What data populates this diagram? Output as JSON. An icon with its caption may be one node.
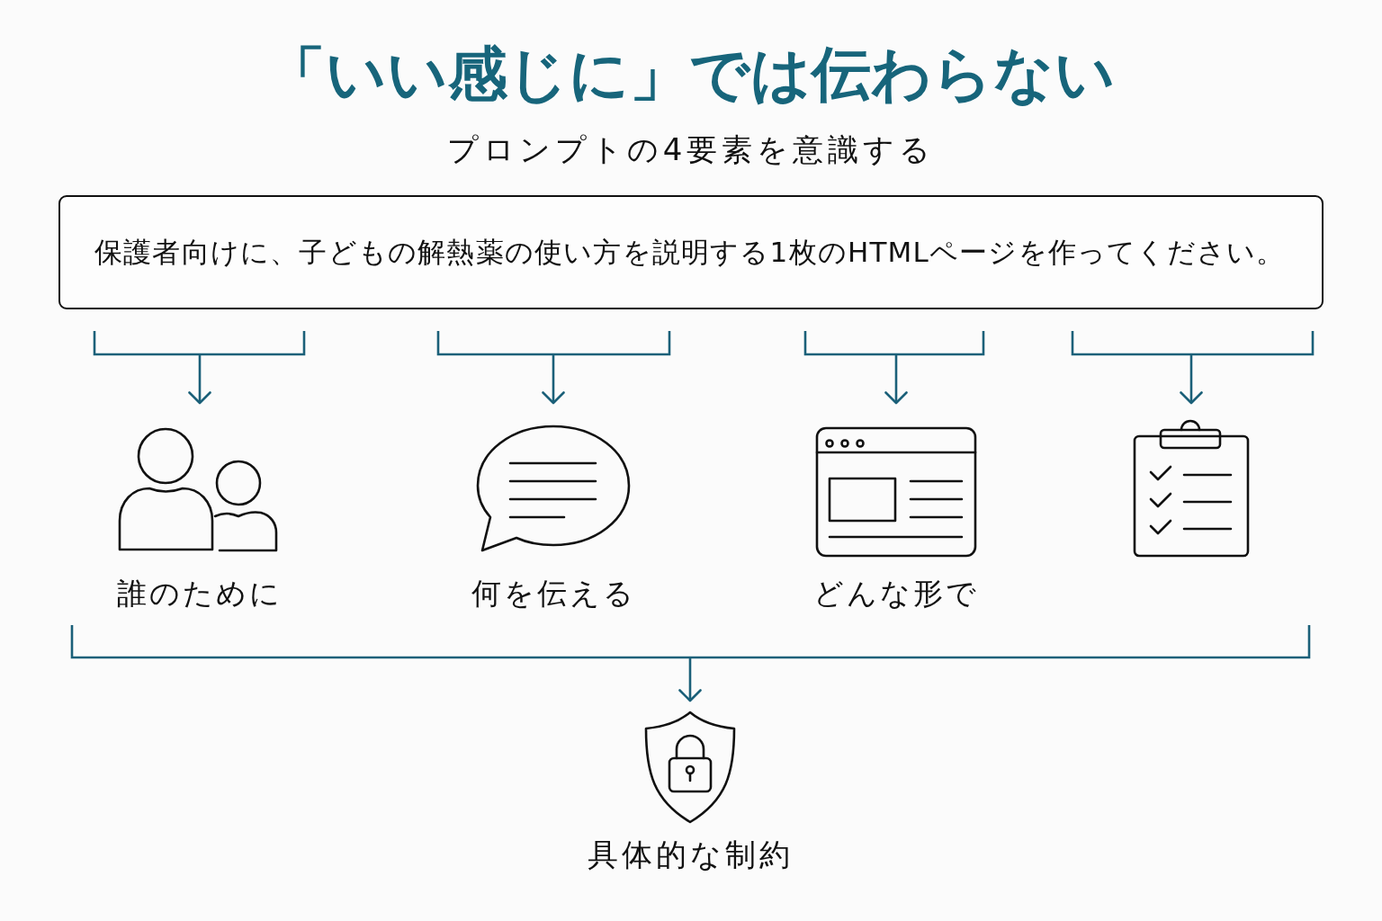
{
  "diagram": {
    "title": "「いい感じに」では伝わらない",
    "nodes": [
      {
        "text": [
          "保護者向けに、子どもの解熱薬の使い方を説明する1枚のHTMLページを作ってください。"
        ]
      },
      {
        "text": [
          "誰のために"
        ]
      },
      {
        "text": [
          "何を伝える"
        ]
      },
      {
        "text": [
          "どんな形で"
        ]
      },
      {
        "text": [],
        "shape": "picture"
      },
      {
        "text": [
          "具体的な制約"
        ]
      }
    ],
    "edges": [
      {
        "from": 0,
        "to": 1,
        "arrow": "to"
      },
      {
        "from": 0,
        "to": 2,
        "arrow": "to"
      },
      {
        "from": 0,
        "to": 3,
        "arrow": "to"
      },
      {
        "from": 0,
        "to": 4,
        "arrow": "to"
      },
      {
        "from": 1,
        "to": 5,
        "arrow": "to"
      },
      {
        "from": 4,
        "to": 5,
        "arrow": "to"
      }
    ],
    "labels": [
      "プロンプトの4要素を意識する"
    ]
  }
}
